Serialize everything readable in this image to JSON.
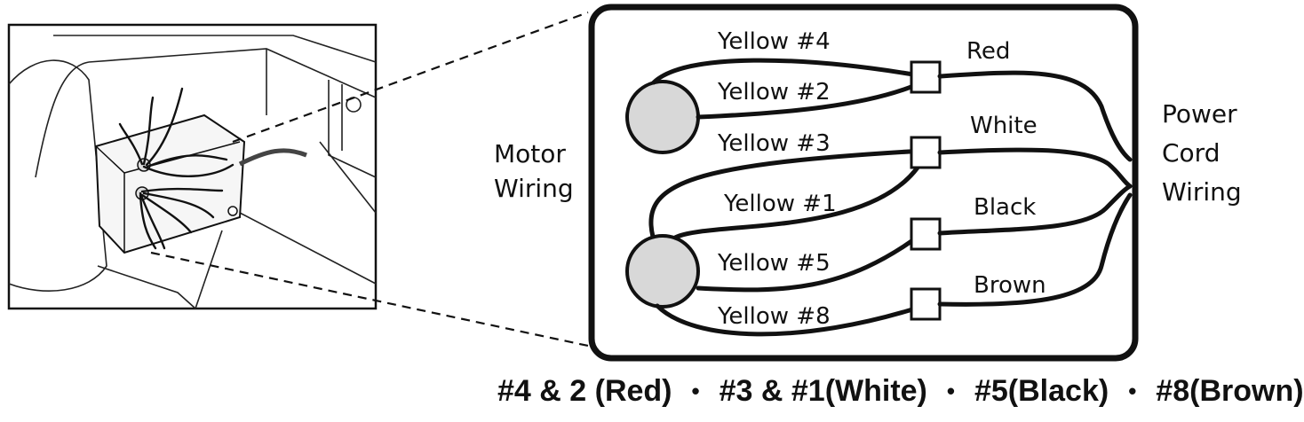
{
  "diagram": {
    "labels": {
      "motor_wiring": [
        "Motor",
        "Wiring"
      ],
      "power_cord_wiring": [
        "Power",
        "Cord",
        "Wiring"
      ]
    },
    "motor_wires": {
      "yellow_4": "Yellow #4",
      "yellow_2": "Yellow #2",
      "yellow_3": "Yellow #3",
      "yellow_1": "Yellow #1",
      "yellow_5": "Yellow #5",
      "yellow_8": "Yellow #8"
    },
    "cord_wires": {
      "red": "Red",
      "white": "White",
      "black": "Black",
      "brown": "Brown"
    },
    "legend": {
      "items": [
        "#4 & 2 (Red)",
        "#3 & #1(White)",
        "#5(Black)",
        "#8(Brown)"
      ],
      "separator": "•"
    }
  }
}
